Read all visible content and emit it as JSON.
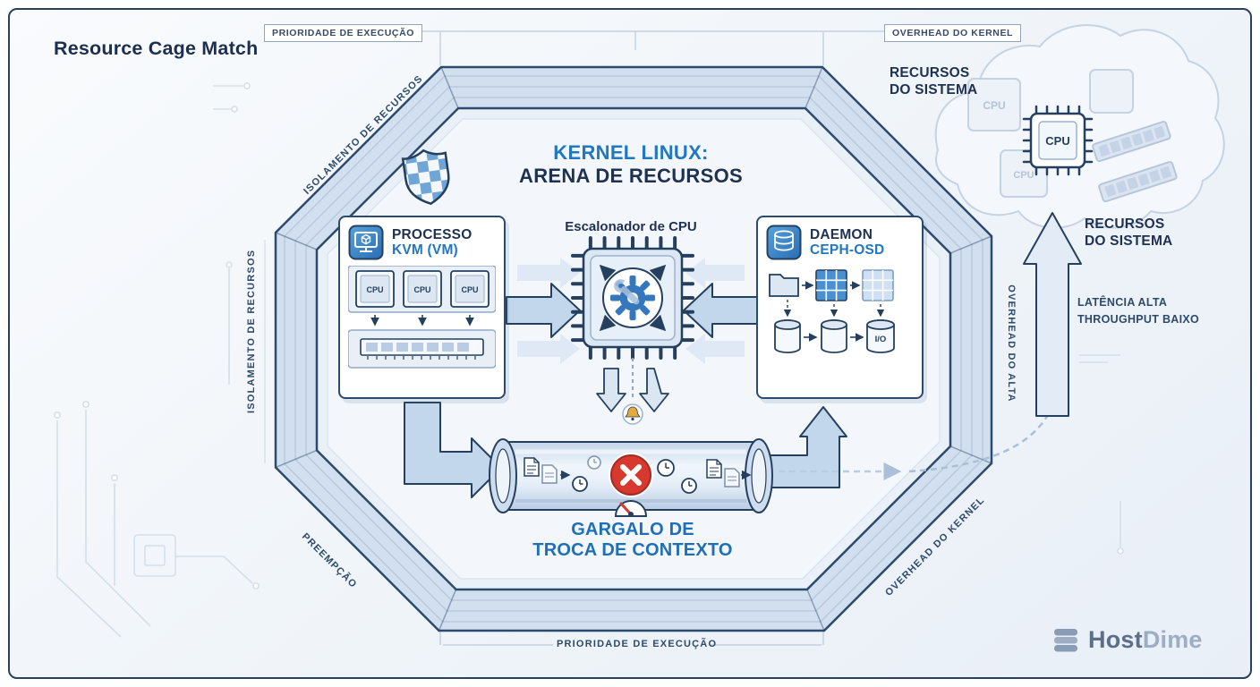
{
  "title": "Resource Cage Match",
  "top_labels": {
    "execution_priority": "PRIORIDADE DE EXECUÇÃO",
    "kernel_overhead": "OVERHEAD DO KERNEL"
  },
  "arena": {
    "heading_line1": "KERNEL LINUX:",
    "heading_line2": "ARENA DE RECURSOS",
    "edge_top_left": "ISOLAMENTO DE RECURSOS",
    "edge_left": "ISOLAMENTO DE RECURSOS",
    "edge_bottom_left": "PREEMPÇÃO",
    "edge_right": "OVERHEAD DO ALTA",
    "edge_bottom_right": "OVERHEAD DO KERNEL",
    "edge_bottom": "PRIORIDADE DE EXECUÇÃO"
  },
  "scheduler_label": "Escalonador de CPU",
  "process_card": {
    "line1": "PROCESSO",
    "line2": "KVM (VM)",
    "chip1": "CPU",
    "chip2": "CPU",
    "chip3": "CPU"
  },
  "daemon_card": {
    "line1": "DAEMON",
    "line2": "CEPH-OSD",
    "io": "I/O"
  },
  "bottleneck": {
    "line1": "GARGALO DE",
    "line2": "TROCA DE CONTEXTO"
  },
  "resources": {
    "top_line1": "RECURSOS",
    "top_line2": "DO SISTEMA",
    "right_line1": "RECURSOS",
    "right_line2": "DO SISTEMA",
    "cpu": "CPU",
    "latency_line1": "LATÊNCIA ALTA",
    "latency_line2": "THROUGHPUT BAIXO"
  },
  "logo": {
    "part1": "Host",
    "part2": "Dime"
  },
  "colors": {
    "navy": "#24405e",
    "blue": "#2277c2",
    "red": "#d7392e",
    "wall": "#d2dfef",
    "background": "#eff4f9"
  }
}
